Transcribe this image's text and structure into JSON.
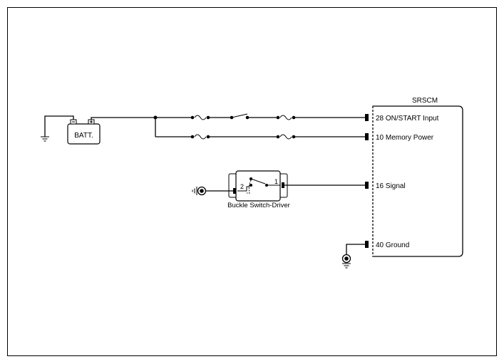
{
  "module": {
    "name": "SRSCM",
    "pins": [
      {
        "label": "28 ON/START Input"
      },
      {
        "label": "10 Memory Power"
      },
      {
        "label": "16 Signal"
      },
      {
        "label": "40 Ground"
      }
    ]
  },
  "battery": {
    "label": "BATT."
  },
  "buckle_switch": {
    "label": "Buckle Switch-Driver",
    "pin_left": "2",
    "pin_right": "1"
  },
  "icons": [
    "ground-icon",
    "fuse-icon",
    "switch-icon",
    "connector-icon",
    "battery-icon"
  ]
}
